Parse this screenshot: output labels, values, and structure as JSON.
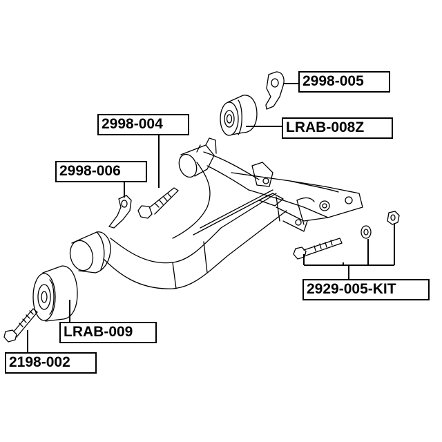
{
  "labels": {
    "p_2998_005": "2998-005",
    "p_lrab_008z": "LRAB-008Z",
    "p_2998_004": "2998-004",
    "p_2998_006": "2998-006",
    "p_2929_005_kit": "2929-005-KIT",
    "p_lrab_009": "LRAB-009",
    "p_2198_002": "2198-002"
  }
}
